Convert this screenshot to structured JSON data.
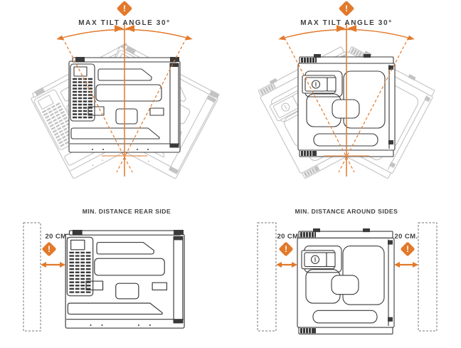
{
  "figure": {
    "description": "appliance-installation-clearance-and-tilt-diagram",
    "background": "#ffffff"
  },
  "colors": {
    "accent_orange": "#E2792B",
    "device_line": "#3a3a3a",
    "ghost_line": "#c3c3c3",
    "label_text": "#3f3f3f",
    "warning_glyph": "#ffffff",
    "wall_dash": "#777777"
  },
  "panels": {
    "tilt_rear": {
      "title": "MAX TILT ANGLE 30°",
      "warning_glyph": "!"
    },
    "tilt_side": {
      "title": "MAX TILT ANGLE 30°",
      "warning_glyph": "!"
    },
    "distance_rear": {
      "title": "MIN. DISTANCE REAR SIDE",
      "clearance": "20 CM.",
      "warning_glyph": "!"
    },
    "distance_sides": {
      "title": "MIN. DISTANCE AROUND SIDES",
      "clearance_left": "20 CM.",
      "clearance_right": "20 CM.",
      "warning_glyph_left": "!",
      "warning_glyph_right": "!"
    }
  },
  "specs": {
    "max_tilt_angle_degrees": 30,
    "min_clearance_cm": 20
  }
}
